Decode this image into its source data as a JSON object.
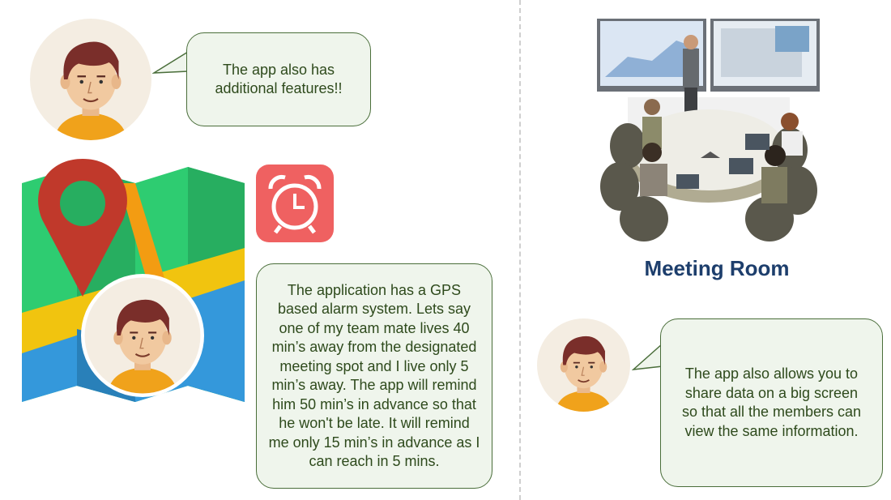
{
  "bubbles": {
    "features": "The app also has additional features!!",
    "gps_alarm": "The application has a GPS based alarm system. Lets say one of my team mate lives 40 min’s away from the designated meeting spot and I live only 5 min’s away. The app will remind him 50 min’s in advance so that he won't be late. It will remind me only 15 min’s in advance as I can reach in 5 mins.",
    "share_screen": "The app also allows you to share data on a big screen so that all the members can view the same information."
  },
  "meeting": {
    "title": "Meeting Room"
  },
  "colors": {
    "bubble_bg": "#eff5ec",
    "bubble_border": "#4a6e3a",
    "title": "#1d3e6c",
    "alarm": "#ef6161",
    "pin": "#c0392b"
  },
  "icons": [
    "person-avatar-icon",
    "map-icon",
    "location-pin-icon",
    "alarm-clock-icon",
    "meeting-room-illustration"
  ]
}
